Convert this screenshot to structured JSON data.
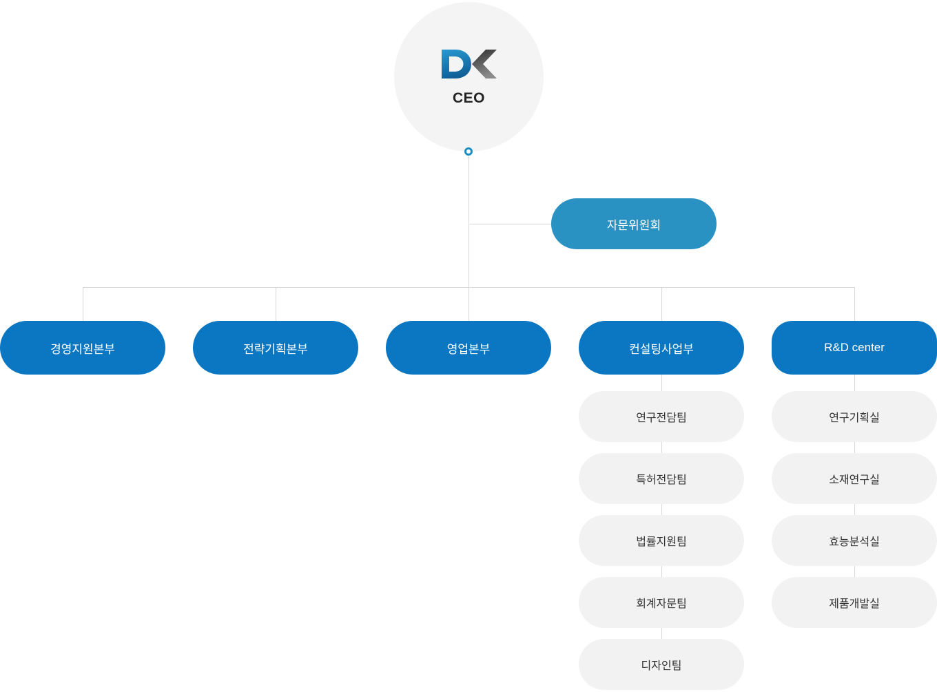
{
  "chart": {
    "type": "org-chart",
    "title": "",
    "root": {
      "id": "ceo",
      "label": "CEO",
      "logo_text": "DK",
      "logo_letter_primary": "D",
      "logo_letter_secondary": "K",
      "shape": "circle",
      "fill": "#f4f4f4",
      "text_color": "#222222"
    },
    "advisory": {
      "id": "advisory",
      "label": "자문위원회",
      "shape": "pill",
      "fill": "#2a92c2",
      "text_color": "#ffffff"
    },
    "divisions": [
      {
        "id": "management-support",
        "label": "경영지원본부",
        "fill": "#0b77c2",
        "text_color": "#ffffff",
        "children": []
      },
      {
        "id": "strategic-planning",
        "label": "전략기획본부",
        "fill": "#0b77c2",
        "text_color": "#ffffff",
        "children": []
      },
      {
        "id": "sales",
        "label": "영업본부",
        "fill": "#0b77c2",
        "text_color": "#ffffff",
        "children": []
      },
      {
        "id": "consulting",
        "label": "컨설팅사업부",
        "fill": "#0b77c2",
        "text_color": "#ffffff",
        "children": [
          {
            "id": "research-team",
            "label": "연구전담팀"
          },
          {
            "id": "patent-team",
            "label": "특허전담팀"
          },
          {
            "id": "legal-support-team",
            "label": "법률지원팀"
          },
          {
            "id": "accounting-advisory-team",
            "label": "회계자문팀"
          },
          {
            "id": "design-team",
            "label": "디자인팀"
          }
        ]
      },
      {
        "id": "rnd-center",
        "label": "R&D center",
        "fill": "#0b77c2",
        "text_color": "#ffffff",
        "children": [
          {
            "id": "research-planning-office",
            "label": "연구기획실"
          },
          {
            "id": "materials-research-office",
            "label": "소재연구실"
          },
          {
            "id": "efficacy-analysis-office",
            "label": "효능분석실"
          },
          {
            "id": "product-development-office",
            "label": "제품개발실"
          }
        ]
      }
    ],
    "colors": {
      "division_blue": "#0b77c2",
      "advisory_blue": "#2a92c2",
      "sub_node_gray": "#f2f2f2",
      "ceo_circle_gray": "#f4f4f4",
      "connector_gray": "#d8d8d8",
      "logo_blue": "#1a7fc1",
      "logo_gray": "#555555"
    }
  }
}
